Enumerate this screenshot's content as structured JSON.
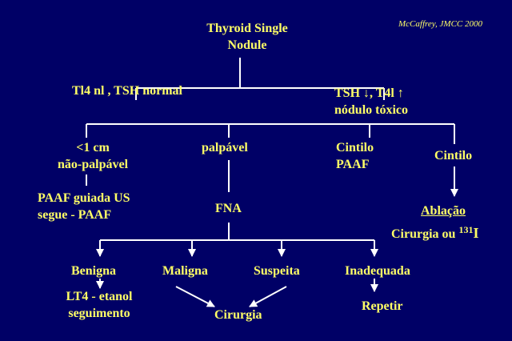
{
  "credit": "McCaffrey, JMCC 2000",
  "root": {
    "line1": "Thyroid Single",
    "line2": "Nodule"
  },
  "left_branch": "Tl4 nl , TSH normal",
  "right_branch": {
    "line1_a": "TSH ",
    "down_arrow": "↓",
    "line1_b": ", T4l ",
    "up_arrow": "↑",
    "line2": "nódulo tóxico"
  },
  "small": {
    "line1": "<1 cm",
    "line2": "não-palpável"
  },
  "palpable": "palpável",
  "cintilo_paaf": {
    "line1": "Cintilo",
    "line2": "PAAF"
  },
  "cintilo": "Cintilo",
  "paaf_us": {
    "line1": "PAAF guiada US",
    "line2": "segue - PAAF"
  },
  "fna": "FNA",
  "ablacao": "Ablação",
  "cirurgia_ou": {
    "text": "Cirurgia ou ",
    "iso_mass": "131",
    "iso_symbol": "I"
  },
  "outcomes": {
    "benigna": "Benigna",
    "maligna": "Maligna",
    "suspeita": "Suspeita",
    "inadequada": "Inadequada"
  },
  "lt4": {
    "line1": "LT4 - etanol",
    "line2": "seguimento"
  },
  "cirurgia": "Cirurgia",
  "repetir": "Repetir",
  "colors": {
    "background": "#000066",
    "text": "#ffff66",
    "lines": "#ffffff"
  }
}
